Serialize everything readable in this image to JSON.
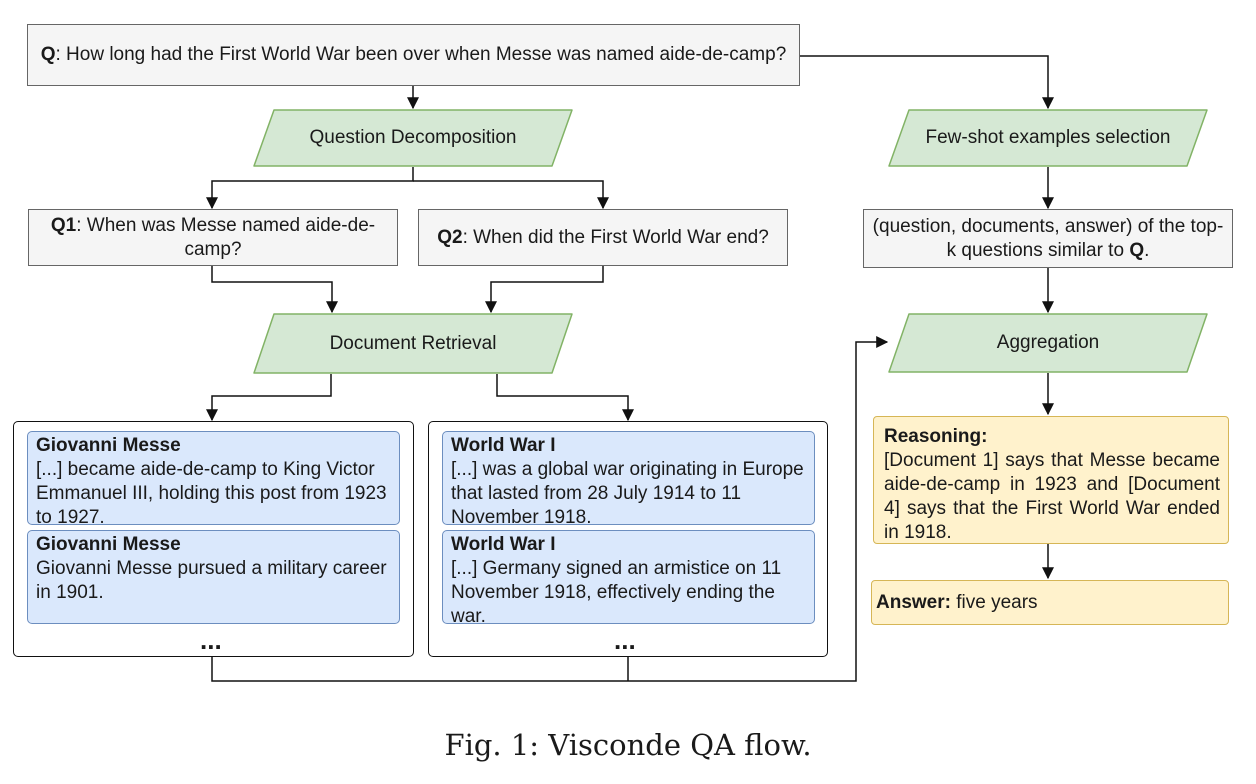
{
  "question": {
    "prefix": "Q",
    "text": ": How long had the First World War been over when Messe was named aide-de-camp?"
  },
  "steps": {
    "decomposition": "Question Decomposition",
    "fewshot": "Few-shot examples selection",
    "retrieval": "Document Retrieval",
    "aggregation": "Aggregation"
  },
  "subquestions": [
    {
      "prefix": "Q1",
      "text": ": When was Messe named aide-de-camp?"
    },
    {
      "prefix": "Q2",
      "text": ": When did the First World War end?"
    }
  ],
  "fewshot_result": {
    "text": "(question, documents, answer) of the top-k questions similar to ",
    "bold": "Q",
    "suffix": "."
  },
  "doc_groups": [
    {
      "docs": [
        {
          "title": "Giovanni Messe",
          "text": "[...] became aide-de-camp to King Victor Emmanuel III, holding this post from 1923 to 1927."
        },
        {
          "title": "Giovanni Messe",
          "text": "Giovanni Messe pursued a military career in 1901."
        }
      ],
      "ellipsis": "..."
    },
    {
      "docs": [
        {
          "title": "World War I",
          "text": "[...] was a global war originating in Europe that lasted from 28 July 1914 to 11 November 1918."
        },
        {
          "title": "World War I",
          "text": "[...] Germany signed an armistice on 11 November 1918, effectively ending the war."
        }
      ],
      "ellipsis": "..."
    }
  ],
  "reasoning": {
    "label": "Reasoning:",
    "text": "[Document 1] says that Messe became aide-de-camp in 1923 and [Document 4] says that the First World War ended in 1918."
  },
  "answer": {
    "label": "Answer:",
    "text": " five years"
  },
  "caption": "Fig. 1: Visconde QA flow.",
  "colors": {
    "process_fill": "#d5e8d4",
    "process_stroke": "#82b366",
    "doc_fill": "#dae8fc",
    "doc_stroke": "#6c8ebf",
    "note_fill": "#fff2cc",
    "note_stroke": "#d6b656"
  }
}
